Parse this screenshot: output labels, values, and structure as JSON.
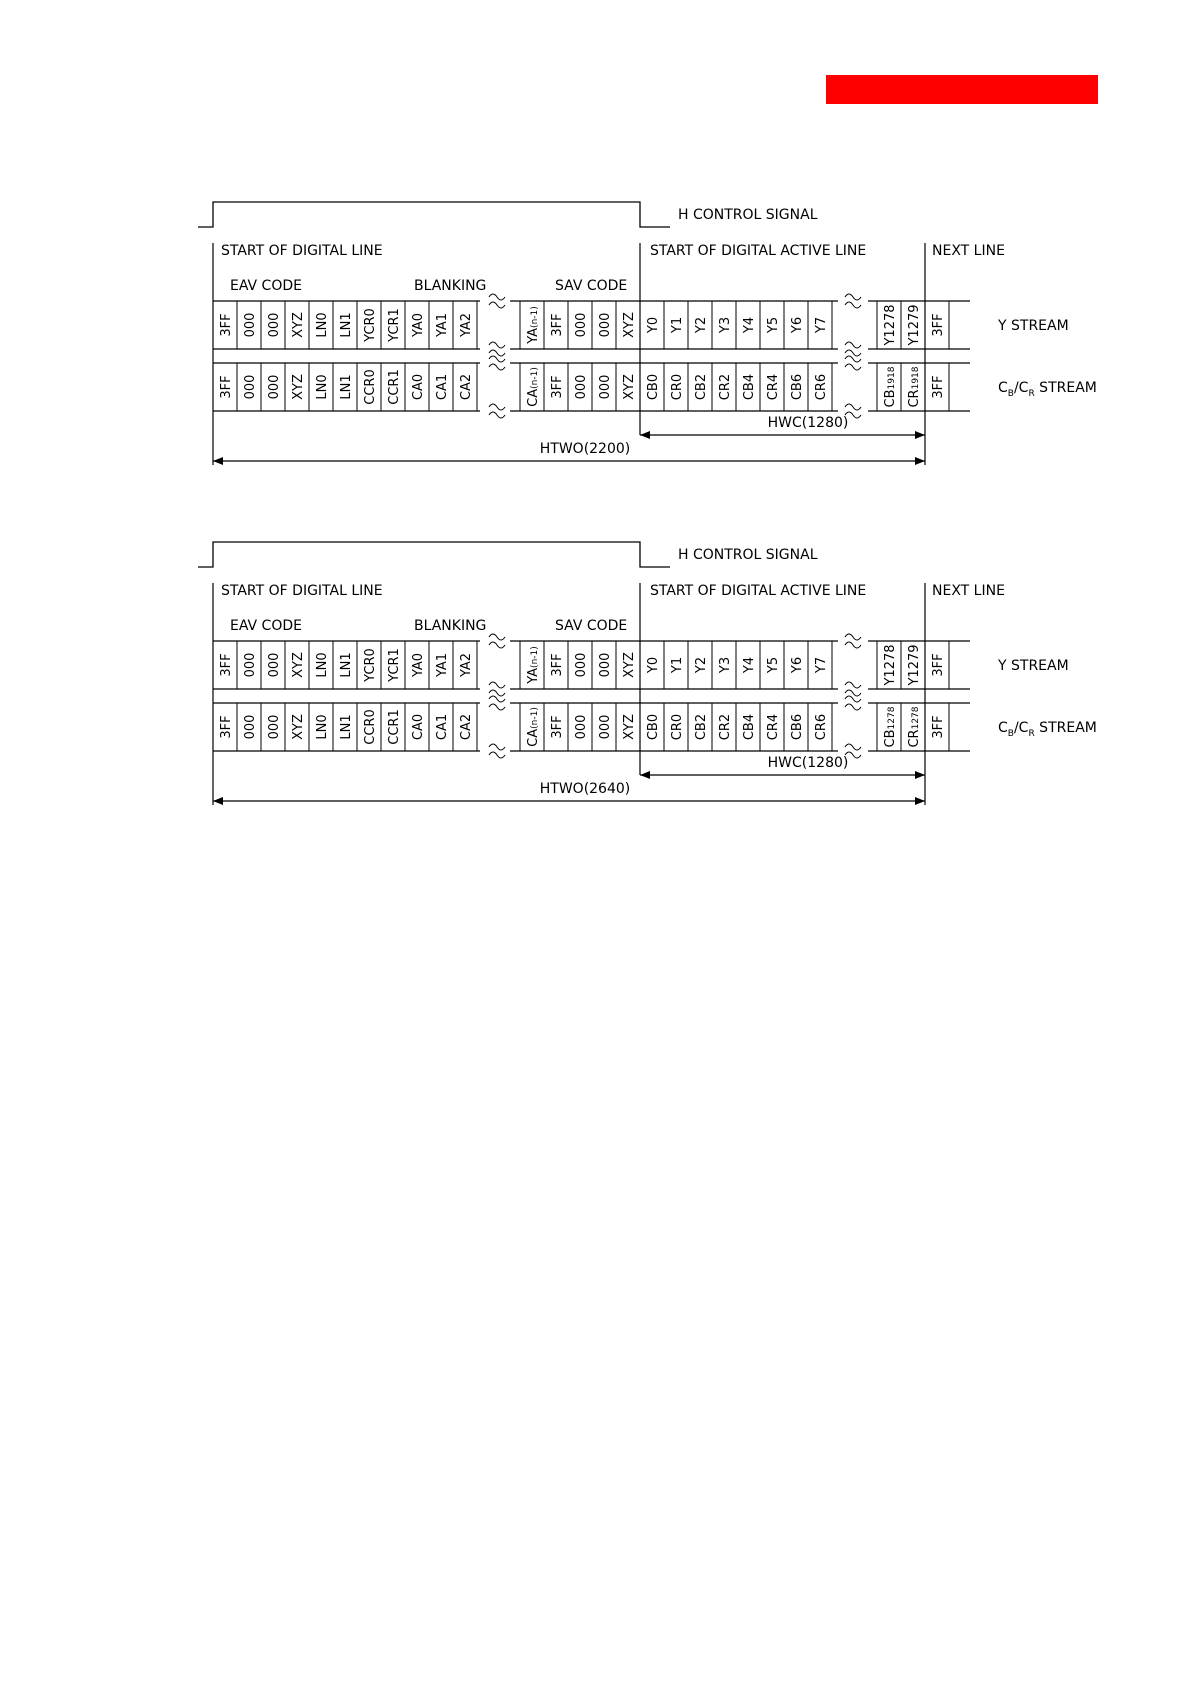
{
  "header": {
    "accent_color": "#ff0000"
  },
  "diagrams": [
    {
      "h_control_signal": "H CONTROL SIGNAL",
      "start_of_digital_line": "START OF DIGITAL LINE",
      "start_of_digital_active_line": "START OF DIGITAL ACTIVE LINE",
      "next_line": "NEXT LINE",
      "eav_code": "EAV CODE",
      "blanking": "BLANKING",
      "sav_code": "SAV CODE",
      "y_stream_label": "Y STREAM",
      "cbcr_stream_label": {
        "c1": "C",
        "s1": "B",
        "mid": "/C",
        "s2": "R",
        "tail": " STREAM"
      },
      "y_cells": {
        "left": [
          "3FF",
          "000",
          "000",
          "XYZ",
          "LN0",
          "LN1",
          "YCR0",
          "YCR1",
          "YA0",
          "YA1",
          "YA2"
        ],
        "sav": [
          {
            "main": "YA",
            "sub": "(n-1)"
          },
          "3FF",
          "000",
          "000",
          "XYZ"
        ],
        "active": [
          "Y0",
          "Y1",
          "Y2",
          "Y3",
          "Y4",
          "Y5",
          "Y6",
          "Y7"
        ],
        "tail": [
          "Y1278",
          "Y1279"
        ],
        "next": [
          "3FF"
        ]
      },
      "c_cells": {
        "left": [
          "3FF",
          "000",
          "000",
          "XYZ",
          "LN0",
          "LN1",
          "CCR0",
          "CCR1",
          "CA0",
          "CA1",
          "CA2"
        ],
        "sav": [
          {
            "main": "CA",
            "sub": "(n-1)"
          },
          "3FF",
          "000",
          "000",
          "XYZ"
        ],
        "active": [
          "CB0",
          "CR0",
          "CB2",
          "CR2",
          "CB4",
          "CR4",
          "CB6",
          "CR6"
        ],
        "tail": [
          {
            "main": "CB",
            "sub": "1918"
          },
          {
            "main": "CR",
            "sub": "1918"
          }
        ],
        "next": [
          "3FF"
        ]
      },
      "hwc_label": "HWC(1280)",
      "htwo_label": "HTWO(2200)"
    },
    {
      "h_control_signal": "H CONTROL SIGNAL",
      "start_of_digital_line": "START OF DIGITAL LINE",
      "start_of_digital_active_line": "START OF DIGITAL ACTIVE LINE",
      "next_line": "NEXT LINE",
      "eav_code": "EAV CODE",
      "blanking": "BLANKING",
      "sav_code": "SAV CODE",
      "y_stream_label": "Y STREAM",
      "cbcr_stream_label": {
        "c1": "C",
        "s1": "B",
        "mid": "/C",
        "s2": "R",
        "tail": " STREAM"
      },
      "y_cells": {
        "left": [
          "3FF",
          "000",
          "000",
          "XYZ",
          "LN0",
          "LN1",
          "YCR0",
          "YCR1",
          "YA0",
          "YA1",
          "YA2"
        ],
        "sav": [
          {
            "main": "YA",
            "sub": "(n-1)"
          },
          "3FF",
          "000",
          "000",
          "XYZ"
        ],
        "active": [
          "Y0",
          "Y1",
          "Y2",
          "Y3",
          "Y4",
          "Y5",
          "Y6",
          "Y7"
        ],
        "tail": [
          "Y1278",
          "Y1279"
        ],
        "next": [
          "3FF"
        ]
      },
      "c_cells": {
        "left": [
          "3FF",
          "000",
          "000",
          "XYZ",
          "LN0",
          "LN1",
          "CCR0",
          "CCR1",
          "CA0",
          "CA1",
          "CA2"
        ],
        "sav": [
          {
            "main": "CA",
            "sub": "(n-1)"
          },
          "3FF",
          "000",
          "000",
          "XYZ"
        ],
        "active": [
          "CB0",
          "CR0",
          "CB2",
          "CR2",
          "CB4",
          "CR4",
          "CB6",
          "CR6"
        ],
        "tail": [
          {
            "main": "CB",
            "sub": "1278"
          },
          {
            "main": "CR",
            "sub": "1278"
          }
        ],
        "next": [
          "3FF"
        ]
      },
      "hwc_label": "HWC(1280)",
      "htwo_label": "HTWO(2640)"
    }
  ]
}
